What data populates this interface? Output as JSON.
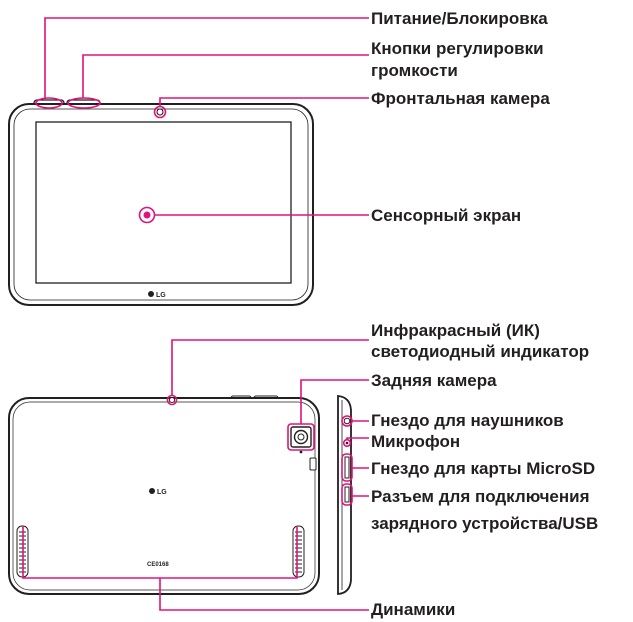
{
  "labels": {
    "power_lock": "Питание/Блокировка",
    "volume_keys": [
      "Кнопки регулировки",
      "громкости"
    ],
    "front_camera": "Фронтальная камера",
    "touch_screen": "Сенсорный экран",
    "ir_led": [
      "Инфракрасный (ИК)",
      "светодиодный индикатор"
    ],
    "rear_camera": "Задняя камера",
    "headset_jack": "Гнездо для наушников",
    "microphone": "Микрофон",
    "microsd_slot": "Гнездо для карты MicroSD",
    "charger_usb": [
      "Разъем для подключения",
      "зарядного устройства/USB"
    ],
    "speakers": "Динамики"
  },
  "device": {
    "front_logo": "LG",
    "back_logo": "LG",
    "back_marking": "CE0168"
  },
  "colors": {
    "callout": "#e0137a",
    "outline": "#231f20",
    "text": "#231f20"
  }
}
